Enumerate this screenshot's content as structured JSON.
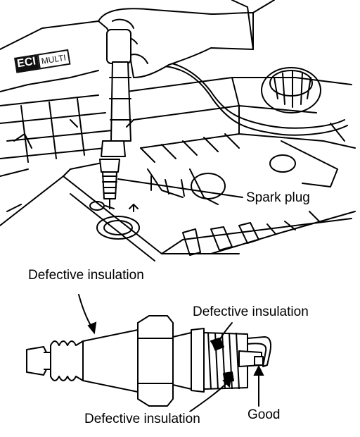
{
  "labels": {
    "spark_plug": "Spark plug",
    "defective_top": "Defective insulation",
    "defective_right": "Defective insulation",
    "defective_bottom": "Defective insulation",
    "good": "Good"
  },
  "engine_badge": {
    "left": "ECI",
    "right": "MULTI"
  },
  "colors": {
    "ink": "#000000",
    "paper": "#ffffff"
  }
}
